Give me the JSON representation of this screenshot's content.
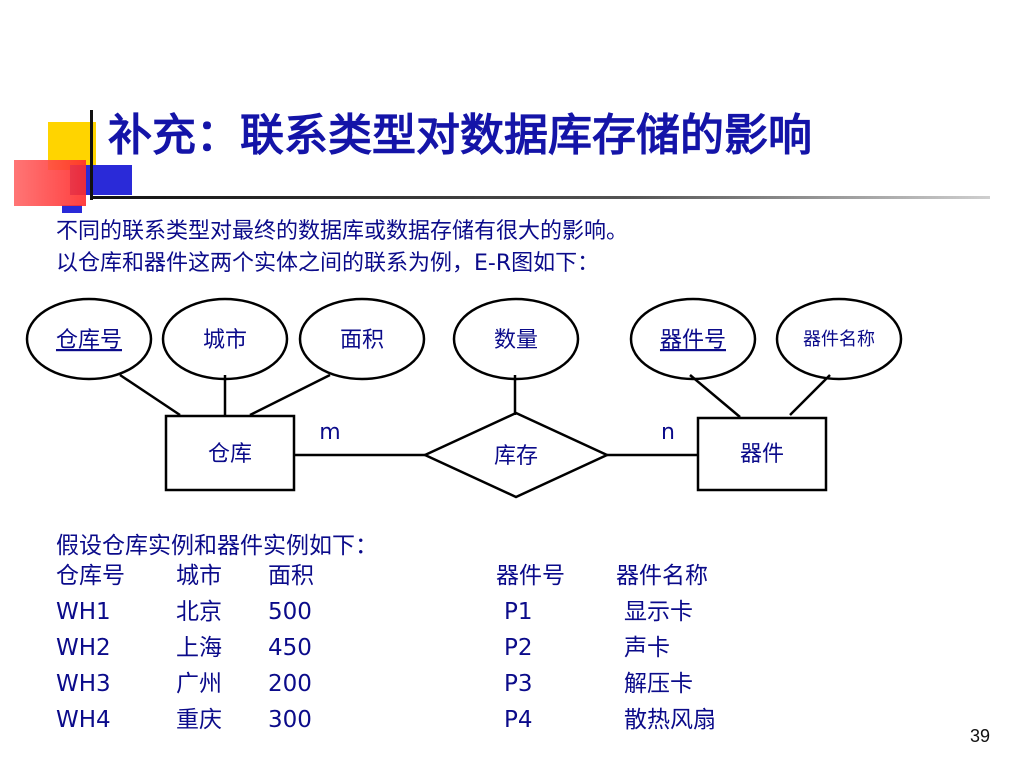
{
  "title": "补充：联系类型对数据库存储的影响",
  "intro": {
    "line1": "不同的联系类型对最终的数据库或数据存储有很大的影响。",
    "line2": "以仓库和器件这两个实体之间的联系为例，E-R图如下："
  },
  "er": {
    "attributes": {
      "warehouse_id": "仓库号",
      "city": "城市",
      "area": "面积",
      "quantity": "数量",
      "part_id": "器件号",
      "part_name": "器件名称"
    },
    "entities": {
      "warehouse": "仓库",
      "part": "器件"
    },
    "relationship": "库存",
    "cardinality_left": "m",
    "cardinality_right": "n"
  },
  "tables_intro": "假设仓库实例和器件实例如下：",
  "warehouse_table": {
    "headers": [
      "仓库号",
      "城市",
      "面积"
    ],
    "rows": [
      [
        "WH1",
        "北京",
        "500"
      ],
      [
        "WH2",
        "上海",
        "450"
      ],
      [
        "WH3",
        "广州",
        "200"
      ],
      [
        "WH4",
        "重庆",
        "300"
      ]
    ]
  },
  "part_table": {
    "headers": [
      "器件号",
      "器件名称"
    ],
    "rows": [
      [
        "P1",
        "显示卡"
      ],
      [
        "P2",
        "声卡"
      ],
      [
        "P3",
        "解压卡"
      ],
      [
        "P4",
        "散热风扇"
      ]
    ]
  },
  "page_number": "39",
  "colors": {
    "text": "#0b0b8a",
    "title": "#1414a8",
    "accent_yellow": "#ffd400",
    "accent_blue": "#2a2ad8",
    "accent_red": "#ff2b2b"
  }
}
